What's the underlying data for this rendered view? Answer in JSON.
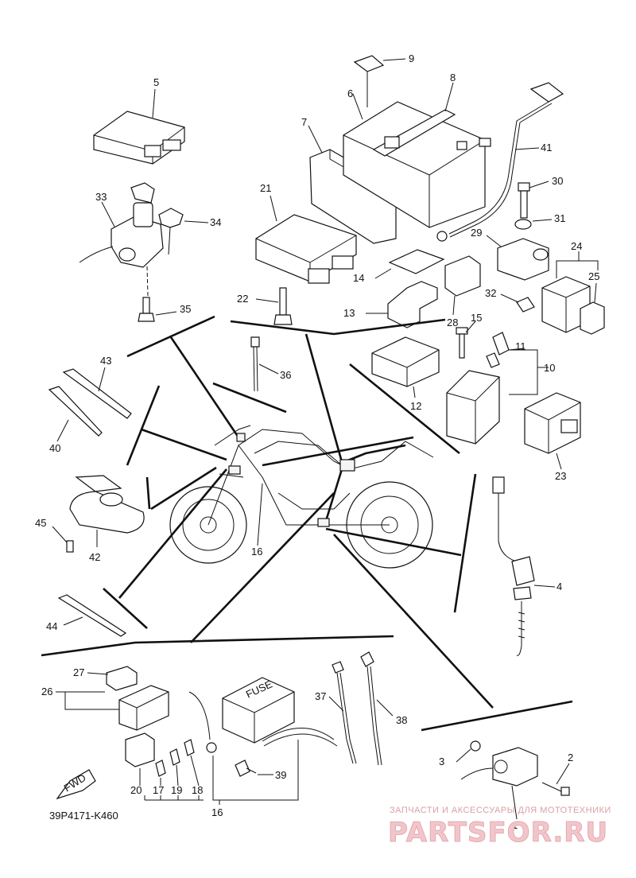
{
  "labels": {
    "p1": "1",
    "p2": "2",
    "p3": "3",
    "p4": "4",
    "p5": "5",
    "p6": "6",
    "p7": "7",
    "p8": "8",
    "p9": "9",
    "p10": "10",
    "p11": "11",
    "p12": "12",
    "p13": "13",
    "p14": "14",
    "p15": "15",
    "p16a": "16",
    "p16b": "16",
    "p17": "17",
    "p18": "18",
    "p19": "19",
    "p20": "20",
    "p21": "21",
    "p22": "22",
    "p23": "23",
    "p24": "24",
    "p25": "25",
    "p26": "26",
    "p27": "27",
    "p28": "28",
    "p29": "29",
    "p30": "30",
    "p31": "31",
    "p32": "32",
    "p33": "33",
    "p34": "34",
    "p35": "35",
    "p36": "36",
    "p37": "37",
    "p38": "38",
    "p39": "39",
    "p40": "40",
    "p41": "41",
    "p42": "42",
    "p43": "43",
    "p44": "44",
    "p45": "45"
  },
  "diagram_code": "39P4171-K460",
  "fwd_label": "FWD",
  "fuse_label": "FUSE",
  "watermark": {
    "caption": "ЗАПЧАСТИ И АКСЕССУАРЫ ДЛЯ МОТОТЕХНИКИ",
    "brand": "PARTSFOR.RU"
  },
  "colors": {
    "line": "#111111",
    "watermark": "#e6a9b0"
  }
}
